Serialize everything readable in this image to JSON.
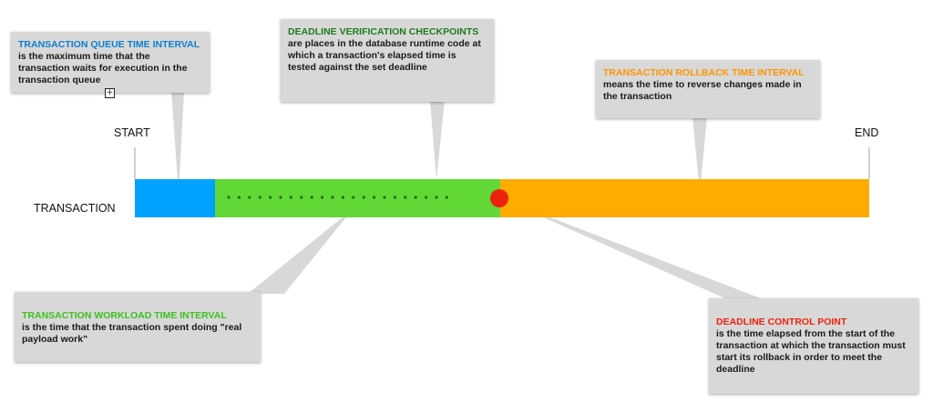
{
  "colors": {
    "queue": "#00a2ff",
    "workload": "#61d836",
    "rollback": "#ffab00",
    "deadline": "#ee220c",
    "checkpoint_dots": "#2a6a17",
    "box_bg": "#d8d8d8",
    "queue_title": "#0b7fd0",
    "checkpoint_title": "#1e7b1e",
    "rollback_title": "#ff9500",
    "workload_title": "#3cc21e",
    "deadline_title": "#ee220c"
  },
  "labels": {
    "start": "START",
    "end": "END",
    "transaction": "TRANSACTION"
  },
  "timeline": {
    "segments": [
      {
        "name": "queue",
        "fraction": 0.109,
        "color": "#00a2ff"
      },
      {
        "name": "workload",
        "fraction": 0.389,
        "color": "#61d836"
      },
      {
        "name": "rollback",
        "fraction": 0.502,
        "color": "#ffab00"
      }
    ],
    "checkpoint_count": 22,
    "deadline_marker": "deadline-control-point"
  },
  "callouts": {
    "queue": {
      "title": "TRANSACTION QUEUE TIME INTERVAL",
      "body": "is the maximum time that the transaction waits for execution in the transaction queue"
    },
    "checkpoints": {
      "title": "DEADLINE VERIFICATION CHECKPOINTS",
      "body": "are places in the database runtime code at which a transaction's elapsed time is tested against the set deadline"
    },
    "rollback": {
      "title": "TRANSACTION ROLLBACK TIME INTERVAL",
      "body": "means the time to reverse changes made in the transaction"
    },
    "workload": {
      "title": "TRANSACTION WORKLOAD TIME INTERVAL",
      "body": "is the time that the transaction spent doing \"real payload work\""
    },
    "deadline": {
      "title": "DEADLINE CONTROL POINT",
      "body": "is the time elapsed from the start of the transaction at which the transaction must start its rollback in order to meet the deadline"
    }
  }
}
